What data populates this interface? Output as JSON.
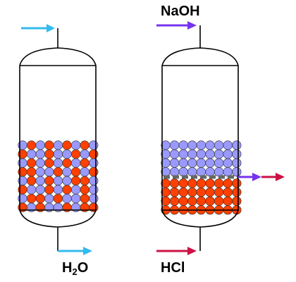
{
  "labels": {
    "naoh": "NaOH",
    "water_main": "H",
    "water_sub": "2",
    "water_tail": "O",
    "hcl": "HCl"
  },
  "colors": {
    "cation_resin": "#ff4000",
    "anion_resin": "#9999ff",
    "water_arrow": "#33bbee",
    "naoh_arrow": "#7733ee",
    "hcl_arrow": "#cc1144",
    "outline": "#000000",
    "separator": "#666666"
  },
  "columns": [
    {
      "id": "mixed-bed-column",
      "state": "mixed resin bed"
    },
    {
      "id": "separated-bed-column",
      "state": "separated resin layers during regeneration"
    }
  ]
}
